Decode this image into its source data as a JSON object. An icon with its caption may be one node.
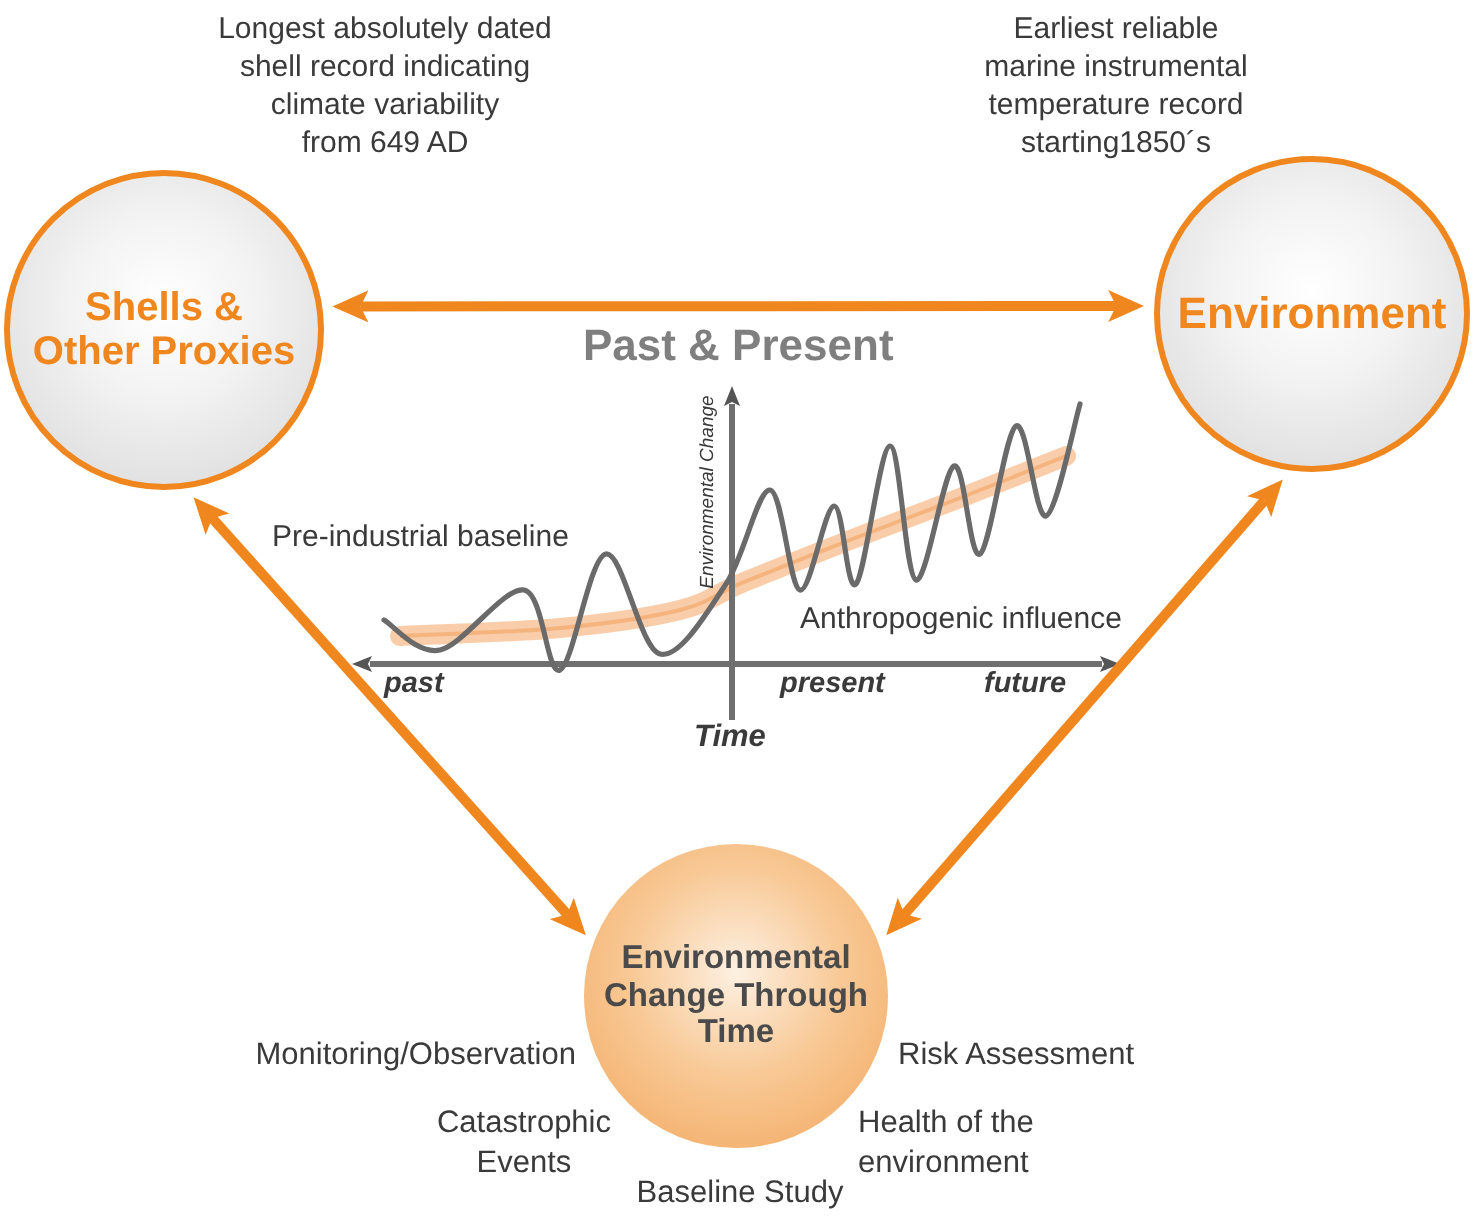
{
  "diagram": {
    "nodes": [
      {
        "text": [
          "Shells & Other Proxies"
        ],
        "beside": [
          "Longest absolutely dated shell record indicating climate variability from 649 AD"
        ]
      },
      {
        "text": [
          "Environment"
        ],
        "beside": [
          "Earliest reliable marine instrumental temperature record starting1850´s"
        ]
      },
      {
        "text": [
          "Environmental Change Through Time"
        ],
        "beside": [
          "Monitoring/Observation",
          "Risk Assessment",
          "Catastrophic Events",
          "Health of the environment",
          "Baseline Study"
        ]
      }
    ],
    "edges": [
      {
        "from": 0,
        "to": 1,
        "arrow": "both",
        "label": "Past & Present"
      },
      {
        "from": 0,
        "to": 2,
        "arrow": "both"
      },
      {
        "from": 1,
        "to": 2,
        "arrow": "both"
      }
    ],
    "labels": [
      "Environmental Change",
      "Pre-industrial baseline",
      "Anthropogenic influence",
      "past",
      "present",
      "future",
      "Time"
    ]
  }
}
